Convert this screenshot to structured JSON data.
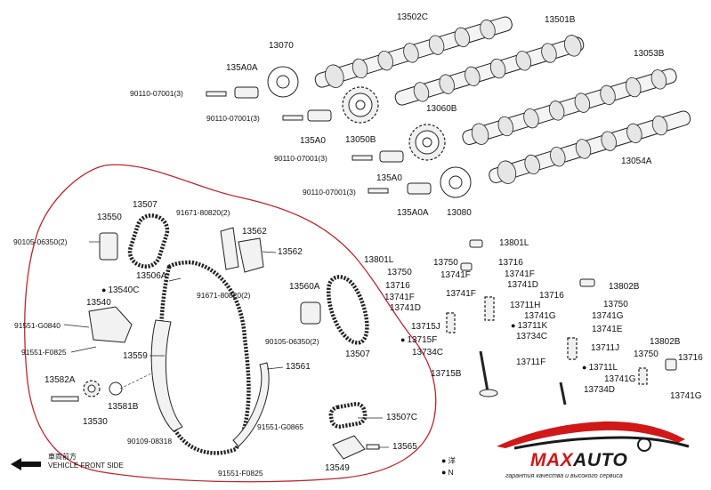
{
  "labels": {
    "p13502C": "13502C",
    "p13501B": "13501B",
    "p13070": "13070",
    "p13053B": "13053B",
    "p135A0A_top": "135A0A",
    "bolt_1": "90110-07001(3)",
    "bolt_2": "90110-07001(3)",
    "p135A0": "135A0",
    "p13050B": "13050B",
    "p13060B": "13060B",
    "bolt_3": "90110-07001(3)",
    "p135A0_b": "135A0",
    "p13054A": "13054A",
    "bolt_4": "90110-07001(3)",
    "p135A0A_b": "135A0A",
    "p13080": "13080",
    "p13550": "13550",
    "p13507_top": "13507",
    "p91671_a": "91671-80820(2)",
    "p90105_a": "90105-06350(2)",
    "p13562_a": "13562",
    "p13562_b": "13562",
    "p13506A": "13506A",
    "p13540C": "13540C",
    "p91671_b": "91671-80820(2)",
    "p13560A": "13560A",
    "p13540": "13540",
    "p91551_G0840": "91551-G0840",
    "p90105_b": "90105-06350(2)",
    "p91551_F0825_a": "91551-F0825",
    "p13559": "13559",
    "p13507_b": "13507",
    "p13561": "13561",
    "p13582A": "13582A",
    "p13581B": "13581B",
    "p13530": "13530",
    "p90109": "90109-08318",
    "p91551_G0865": "91551-G0865",
    "p13507C": "13507C",
    "p13565": "13565",
    "p91551_F0825_b": "91551-F0825",
    "p13549": "13549",
    "v13801L_a": "13801L",
    "v13801L_b": "13801L",
    "v13750_a": "13750",
    "v13716_a": "13716",
    "v13750_b": "13750",
    "v13741F_a": "13741F",
    "v13741F_b": "13741F",
    "v13741D_a": "13741D",
    "v13716_b": "13716",
    "v13741F_c": "13741F",
    "v13741F_d": "13741F",
    "v13741D_b": "13741D",
    "v13711H": "13711H",
    "v13715J": "13715J",
    "v13711K": "13711K",
    "v13734C_a": "13734C",
    "v13715F": "13715F",
    "v13734C_b": "13734C",
    "v13711F": "13711F",
    "v13715B": "13715B",
    "v13716_c": "13716",
    "v13802B_a": "13802B",
    "v13750_c": "13750",
    "v13741G_a": "13741G",
    "v13741G_b": "13741G",
    "v13741E": "13741E",
    "v13711J": "13711J",
    "v13802B_b": "13802B",
    "v13750_d": "13750",
    "v13711L": "13711L",
    "v13716_d": "13716",
    "v13741G_c": "13741G",
    "v13734D": "13734D",
    "v13741G_d": "13741G",
    "front_cn": "車両前方",
    "front_en": "VEHICLE FRONT SIDE",
    "legend_1": "洋",
    "legend_2": "N"
  },
  "logo": {
    "brand_max": "MAX",
    "brand_auto": "AUTO",
    "tagline": "гарантия качества и высокого сервиса"
  },
  "colors": {
    "outline_red": "#c0262c",
    "brand_red": "#d01818",
    "ink": "#222222"
  }
}
